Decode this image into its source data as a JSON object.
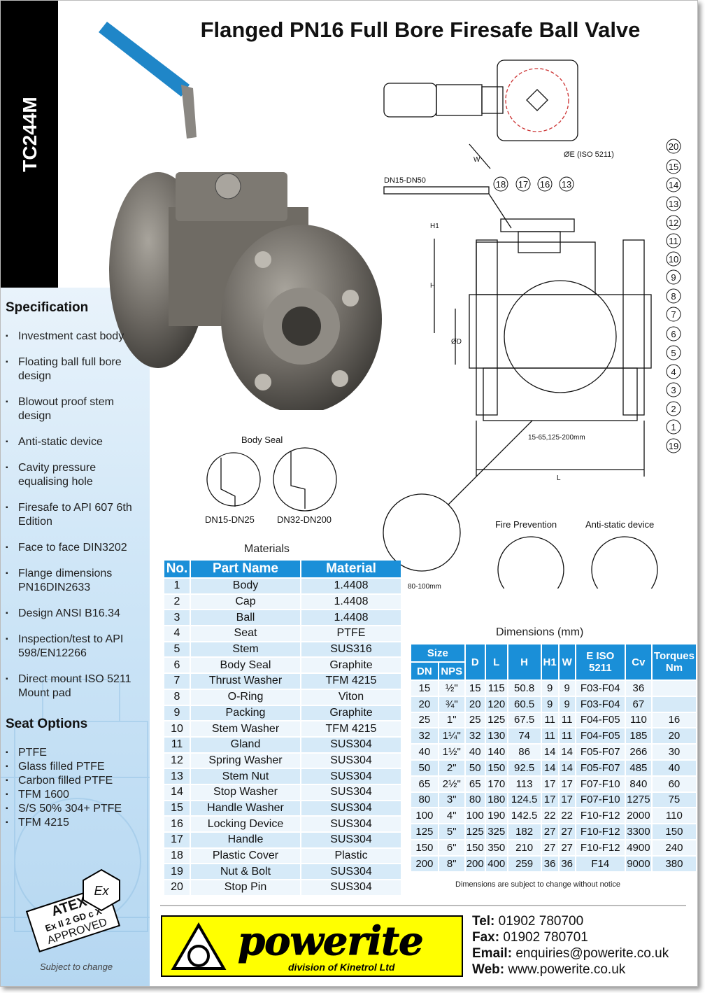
{
  "product_code": "TC244M",
  "title": "Flanged PN16 Full Bore Firesafe Ball Valve",
  "specification": {
    "heading": "Specification",
    "items": [
      "Investment cast body",
      "Floating ball full bore design",
      "Blowout proof stem design",
      "Anti-static device",
      "Cavity pressure equalising hole",
      "Firesafe to API 607 6th Edition",
      "Face to face DIN3202",
      "Flange dimensions PN16DIN2633",
      "Design ANSI B16.34",
      "Inspection/test to API 598/EN12266",
      "Direct mount ISO 5211 Mount pad"
    ]
  },
  "seat_options": {
    "heading": "Seat Options",
    "items": [
      "PTFE",
      "Glass filled PTFE",
      "Carbon filled PTFE",
      "TFM 1600",
      "S/S 50% 304+ PTFE",
      "TFM 4215"
    ]
  },
  "atex": {
    "top": "ATEX",
    "mid": "Ex II 2 GD c X",
    "bottom": "APPROVED",
    "ex": "Ex"
  },
  "subject_to_change": "Subject to change",
  "drawing": {
    "dn_range": "DN15-DN50",
    "iso_label": "ØE (ISO 5211)",
    "w_label": "W",
    "h1_label": "H1",
    "h_label": "H",
    "d_label": "ØD",
    "l_label": "L",
    "size_range": "15-65,125-200mm",
    "detail_size": "80-100mm",
    "callouts": [
      "1",
      "2",
      "3",
      "4",
      "5",
      "6",
      "7",
      "8",
      "9",
      "10",
      "11",
      "12",
      "13",
      "14",
      "15",
      "16",
      "17",
      "18",
      "19",
      "20"
    ]
  },
  "body_seal": {
    "heading": "Body Seal",
    "left": "DN15-DN25",
    "right": "DN32-DN200"
  },
  "fire_prevention": "Fire Prevention",
  "anti_static": "Anti-static device",
  "materials": {
    "heading": "Materials",
    "columns": [
      "No.",
      "Part Name",
      "Material"
    ],
    "rows": [
      [
        "1",
        "Body",
        "1.4408"
      ],
      [
        "2",
        "Cap",
        "1.4408"
      ],
      [
        "3",
        "Ball",
        "1.4408"
      ],
      [
        "4",
        "Seat",
        "PTFE"
      ],
      [
        "5",
        "Stem",
        "SUS316"
      ],
      [
        "6",
        "Body Seal",
        "Graphite"
      ],
      [
        "7",
        "Thrust Washer",
        "TFM 4215"
      ],
      [
        "8",
        "O-Ring",
        "Viton"
      ],
      [
        "9",
        "Packing",
        "Graphite"
      ],
      [
        "10",
        "Stem Washer",
        "TFM 4215"
      ],
      [
        "11",
        "Gland",
        "SUS304"
      ],
      [
        "12",
        "Spring Washer",
        "SUS304"
      ],
      [
        "13",
        "Stem Nut",
        "SUS304"
      ],
      [
        "14",
        "Stop Washer",
        "SUS304"
      ],
      [
        "15",
        "Handle Washer",
        "SUS304"
      ],
      [
        "16",
        "Locking Device",
        "SUS304"
      ],
      [
        "17",
        "Handle",
        "SUS304"
      ],
      [
        "18",
        "Plastic Cover",
        "Plastic"
      ],
      [
        "19",
        "Nut & Bolt",
        "SUS304"
      ],
      [
        "20",
        "Stop Pin",
        "SUS304"
      ]
    ]
  },
  "dimensions": {
    "heading": "Dimensions (mm)",
    "size": "Size",
    "dn": "DN",
    "nps": "NPS",
    "cols": [
      "D",
      "L",
      "H",
      "H1",
      "W",
      "E ISO 5211",
      "Cv",
      "Torques Nm"
    ],
    "rows": [
      [
        "15",
        "½\"",
        "15",
        "115",
        "50.8",
        "9",
        "9",
        "F03-F04",
        "36",
        ""
      ],
      [
        "20",
        "¾\"",
        "20",
        "120",
        "60.5",
        "9",
        "9",
        "F03-F04",
        "67",
        ""
      ],
      [
        "25",
        "1\"",
        "25",
        "125",
        "67.5",
        "11",
        "11",
        "F04-F05",
        "110",
        "16"
      ],
      [
        "32",
        "1¼\"",
        "32",
        "130",
        "74",
        "11",
        "11",
        "F04-F05",
        "185",
        "20"
      ],
      [
        "40",
        "1½\"",
        "40",
        "140",
        "86",
        "14",
        "14",
        "F05-F07",
        "266",
        "30"
      ],
      [
        "50",
        "2\"",
        "50",
        "150",
        "92.5",
        "14",
        "14",
        "F05-F07",
        "485",
        "40"
      ],
      [
        "65",
        "2½\"",
        "65",
        "170",
        "113",
        "17",
        "17",
        "F07-F10",
        "840",
        "60"
      ],
      [
        "80",
        "3\"",
        "80",
        "180",
        "124.5",
        "17",
        "17",
        "F07-F10",
        "1275",
        "75"
      ],
      [
        "100",
        "4\"",
        "100",
        "190",
        "142.5",
        "22",
        "22",
        "F10-F12",
        "2000",
        "110"
      ],
      [
        "125",
        "5\"",
        "125",
        "325",
        "182",
        "27",
        "27",
        "F10-F12",
        "3300",
        "150"
      ],
      [
        "150",
        "6\"",
        "150",
        "350",
        "210",
        "27",
        "27",
        "F10-F12",
        "4900",
        "240"
      ],
      [
        "200",
        "8\"",
        "200",
        "400",
        "259",
        "36",
        "36",
        "F14",
        "9000",
        "380"
      ]
    ],
    "note": "Dimensions are subject to change without notice"
  },
  "brand": {
    "name": "powerite",
    "sub": "division of Kinetrol Ltd"
  },
  "contact": {
    "tel_label": "Tel:",
    "tel": "01902 780700",
    "fax_label": "Fax:",
    "fax": "01902 780701",
    "email_label": "Email:",
    "email": "enquiries@powerite.co.uk",
    "web_label": "Web:",
    "web": "www.powerite.co.uk"
  },
  "colors": {
    "accent": "#1a8fd8",
    "handle": "#1f86c8",
    "logo_bg": "#ffff00"
  }
}
